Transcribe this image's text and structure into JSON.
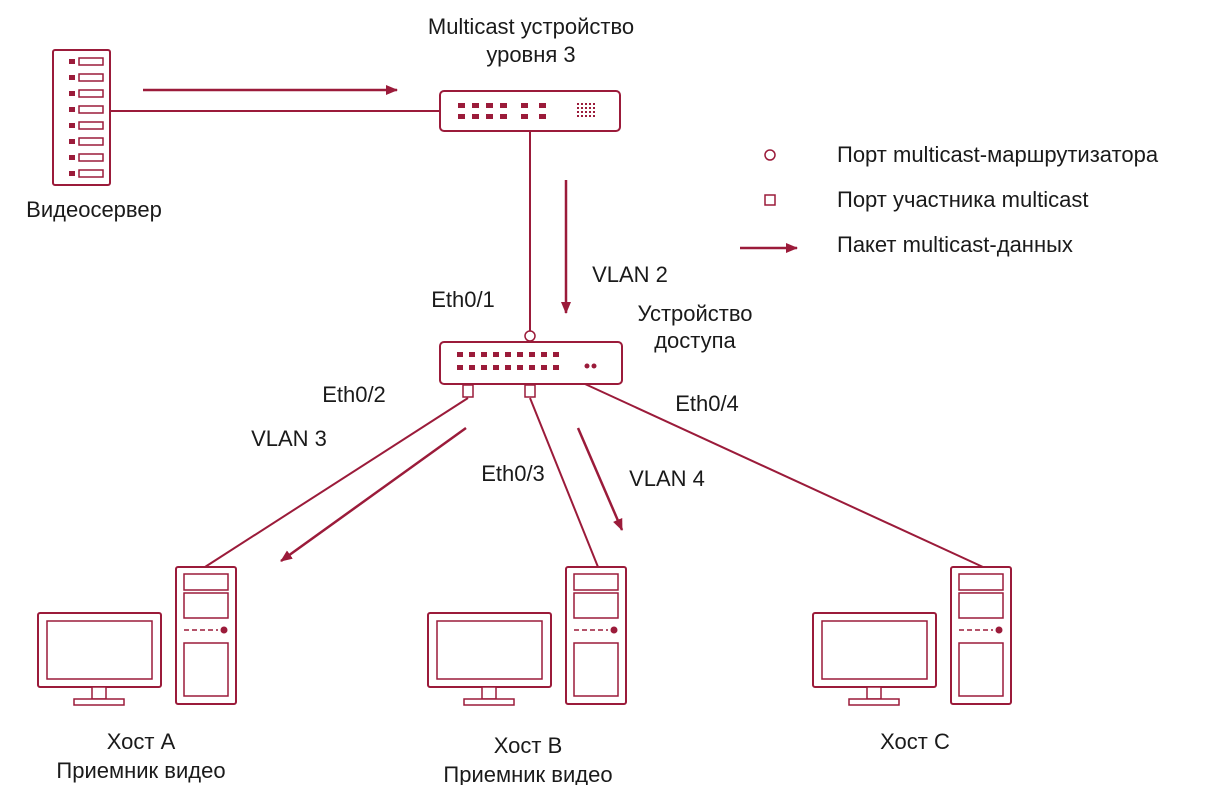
{
  "diagram": {
    "router_label_line1": "Multicast устройство",
    "router_label_line2": "уровня 3",
    "server_label": "Видеосервер",
    "access_label_line1": "Устройство",
    "access_label_line2": "доступа",
    "links": {
      "eth01": "Eth0/1",
      "eth02": "Eth0/2",
      "eth03": "Eth0/3",
      "eth04": "Eth0/4",
      "vlan2": "VLAN 2",
      "vlan3": "VLAN 3",
      "vlan4": "VLAN 4"
    },
    "hosts": [
      {
        "name": "Хост A",
        "role": "Приемник видео"
      },
      {
        "name": "Хост B",
        "role": "Приемник видео"
      },
      {
        "name": "Хост C",
        "role": ""
      }
    ],
    "legend": [
      {
        "icon": "circle-icon",
        "label": "Порт multicast-маршрутизатора"
      },
      {
        "icon": "square-icon",
        "label": "Порт участника multicast"
      },
      {
        "icon": "arrow-icon",
        "label": "Пакет multicast-данных"
      }
    ]
  },
  "colors": {
    "accent": "#9b1b3a",
    "text": "#1a1a1a"
  }
}
